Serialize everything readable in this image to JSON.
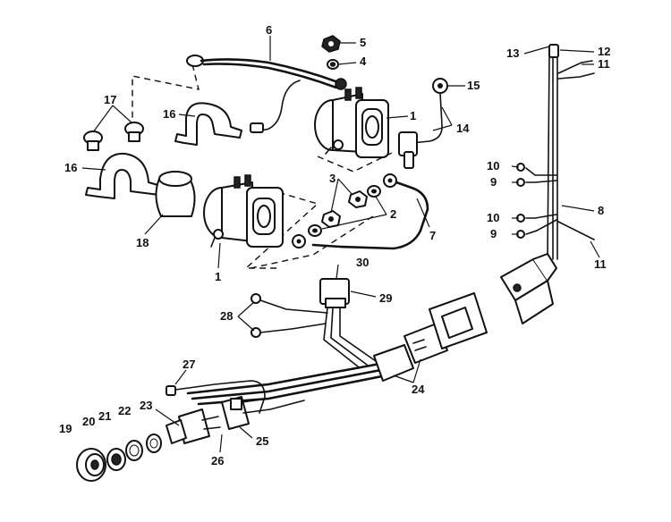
{
  "callouts": [
    {
      "id": "c1a",
      "text": "1"
    },
    {
      "id": "c1b",
      "text": "1"
    },
    {
      "id": "c2",
      "text": "2"
    },
    {
      "id": "c3",
      "text": "3"
    },
    {
      "id": "c4",
      "text": "4"
    },
    {
      "id": "c5",
      "text": "5"
    },
    {
      "id": "c6",
      "text": "6"
    },
    {
      "id": "c7",
      "text": "7"
    },
    {
      "id": "c8",
      "text": "8"
    },
    {
      "id": "c9a",
      "text": "9"
    },
    {
      "id": "c9b",
      "text": "9"
    },
    {
      "id": "c10a",
      "text": "10"
    },
    {
      "id": "c10b",
      "text": "10"
    },
    {
      "id": "c11a",
      "text": "11"
    },
    {
      "id": "c11b",
      "text": "11"
    },
    {
      "id": "c12",
      "text": "12"
    },
    {
      "id": "c13",
      "text": "13"
    },
    {
      "id": "c14",
      "text": "14"
    },
    {
      "id": "c15",
      "text": "15"
    },
    {
      "id": "c16a",
      "text": "16"
    },
    {
      "id": "c16b",
      "text": "16"
    },
    {
      "id": "c17",
      "text": "17"
    },
    {
      "id": "c18",
      "text": "18"
    },
    {
      "id": "c19",
      "text": "19"
    },
    {
      "id": "c20",
      "text": "20"
    },
    {
      "id": "c21",
      "text": "21"
    },
    {
      "id": "c22",
      "text": "22"
    },
    {
      "id": "c23",
      "text": "23"
    },
    {
      "id": "c24",
      "text": "24"
    },
    {
      "id": "c25",
      "text": "25"
    },
    {
      "id": "c26",
      "text": "26"
    },
    {
      "id": "c27",
      "text": "27"
    },
    {
      "id": "c28",
      "text": "28"
    },
    {
      "id": "c29",
      "text": "29"
    },
    {
      "id": "c30",
      "text": "30"
    }
  ]
}
